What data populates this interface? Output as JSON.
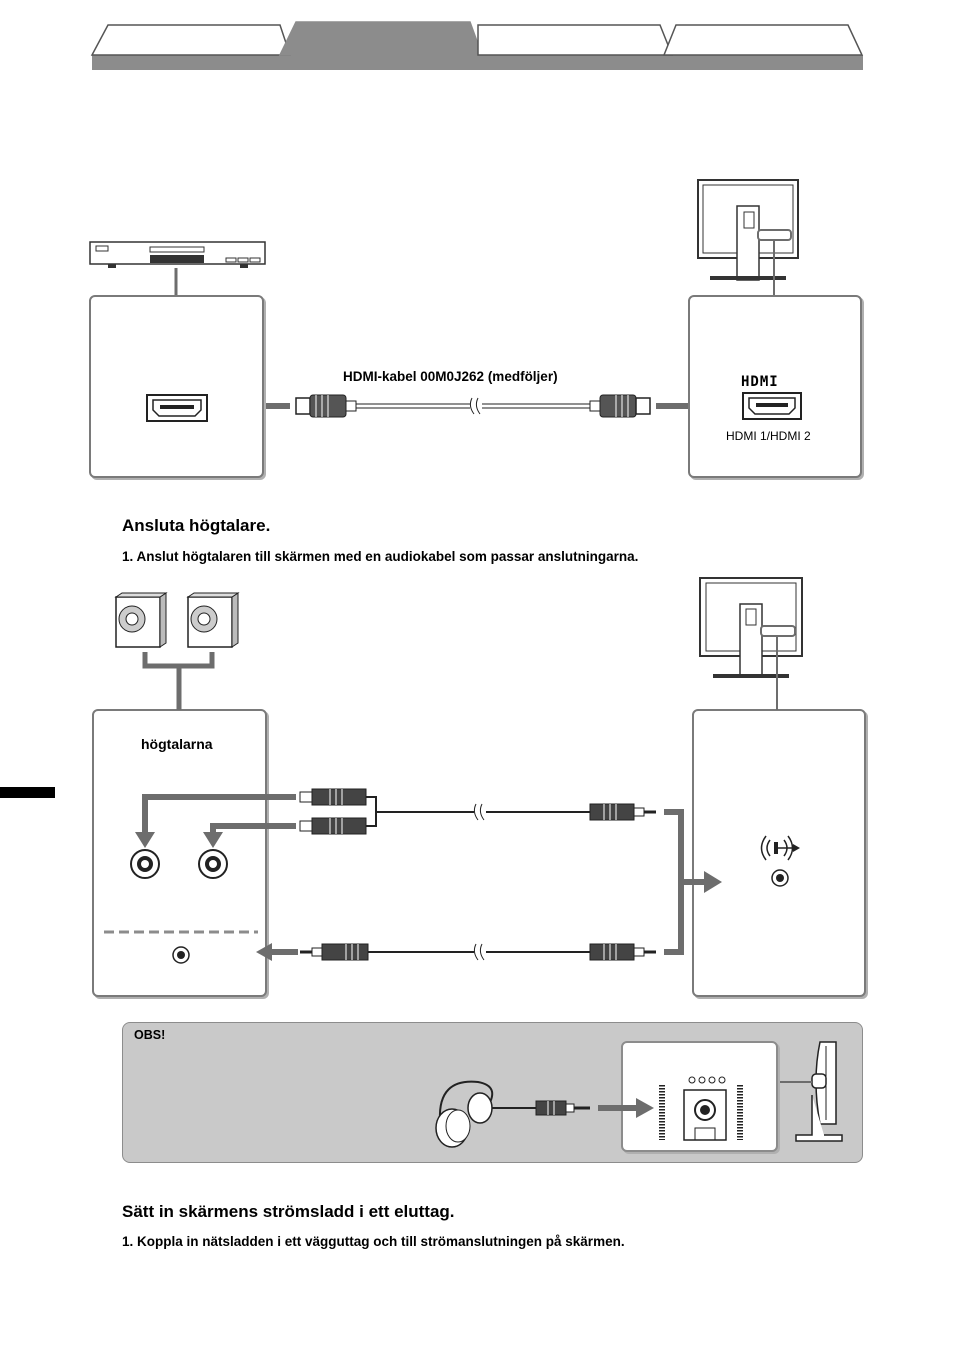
{
  "hdmi_section": {
    "cable_label": "HDMI-kabel 00M0J262 (medföljer)",
    "hdmi_logo": "HDMI",
    "port_label": "HDMI 1/HDMI 2"
  },
  "speaker_section": {
    "heading": "Ansluta högtalare.",
    "step1": "1. Anslut högtalaren till skärmen med en audiokabel som passar anslutningarna.",
    "speaker_panel_label": "högtalarna",
    "audio_icon": "audio-out-icon"
  },
  "note_box": {
    "title": "OBS!"
  },
  "power_section": {
    "heading": "Sätt in skärmens strömsladd i ett eluttag.",
    "step1": "1. Koppla in nätsladden i ett vägguttag och till strömanslutningen på skärmen."
  },
  "colors": {
    "tab_gray": "#8c8c8c",
    "arrow_gray": "#6d6d6d",
    "note_bg": "#c9c9c9",
    "panel_border": "#7a7a7a"
  }
}
